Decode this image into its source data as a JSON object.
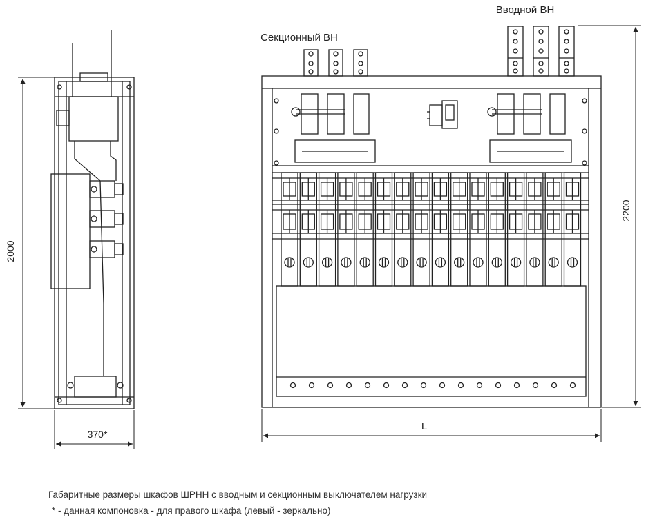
{
  "labels": {
    "sectional_switch": "Секционный ВН",
    "input_switch": "Вводной ВН",
    "height_side": "2000",
    "depth": "370*",
    "height_front": "2200",
    "width": "L"
  },
  "caption": {
    "line1": "Габаритные размеры шкафов ШРНН с вводным и секционным выключателем нагрузки",
    "line2": "* - данная компоновка - для правого шкафа (левый - зеркально)"
  },
  "breakers": {
    "count": 16
  },
  "bus_holes": {
    "count": 16
  },
  "colors": {
    "stroke": "#222222",
    "background": "#ffffff"
  }
}
